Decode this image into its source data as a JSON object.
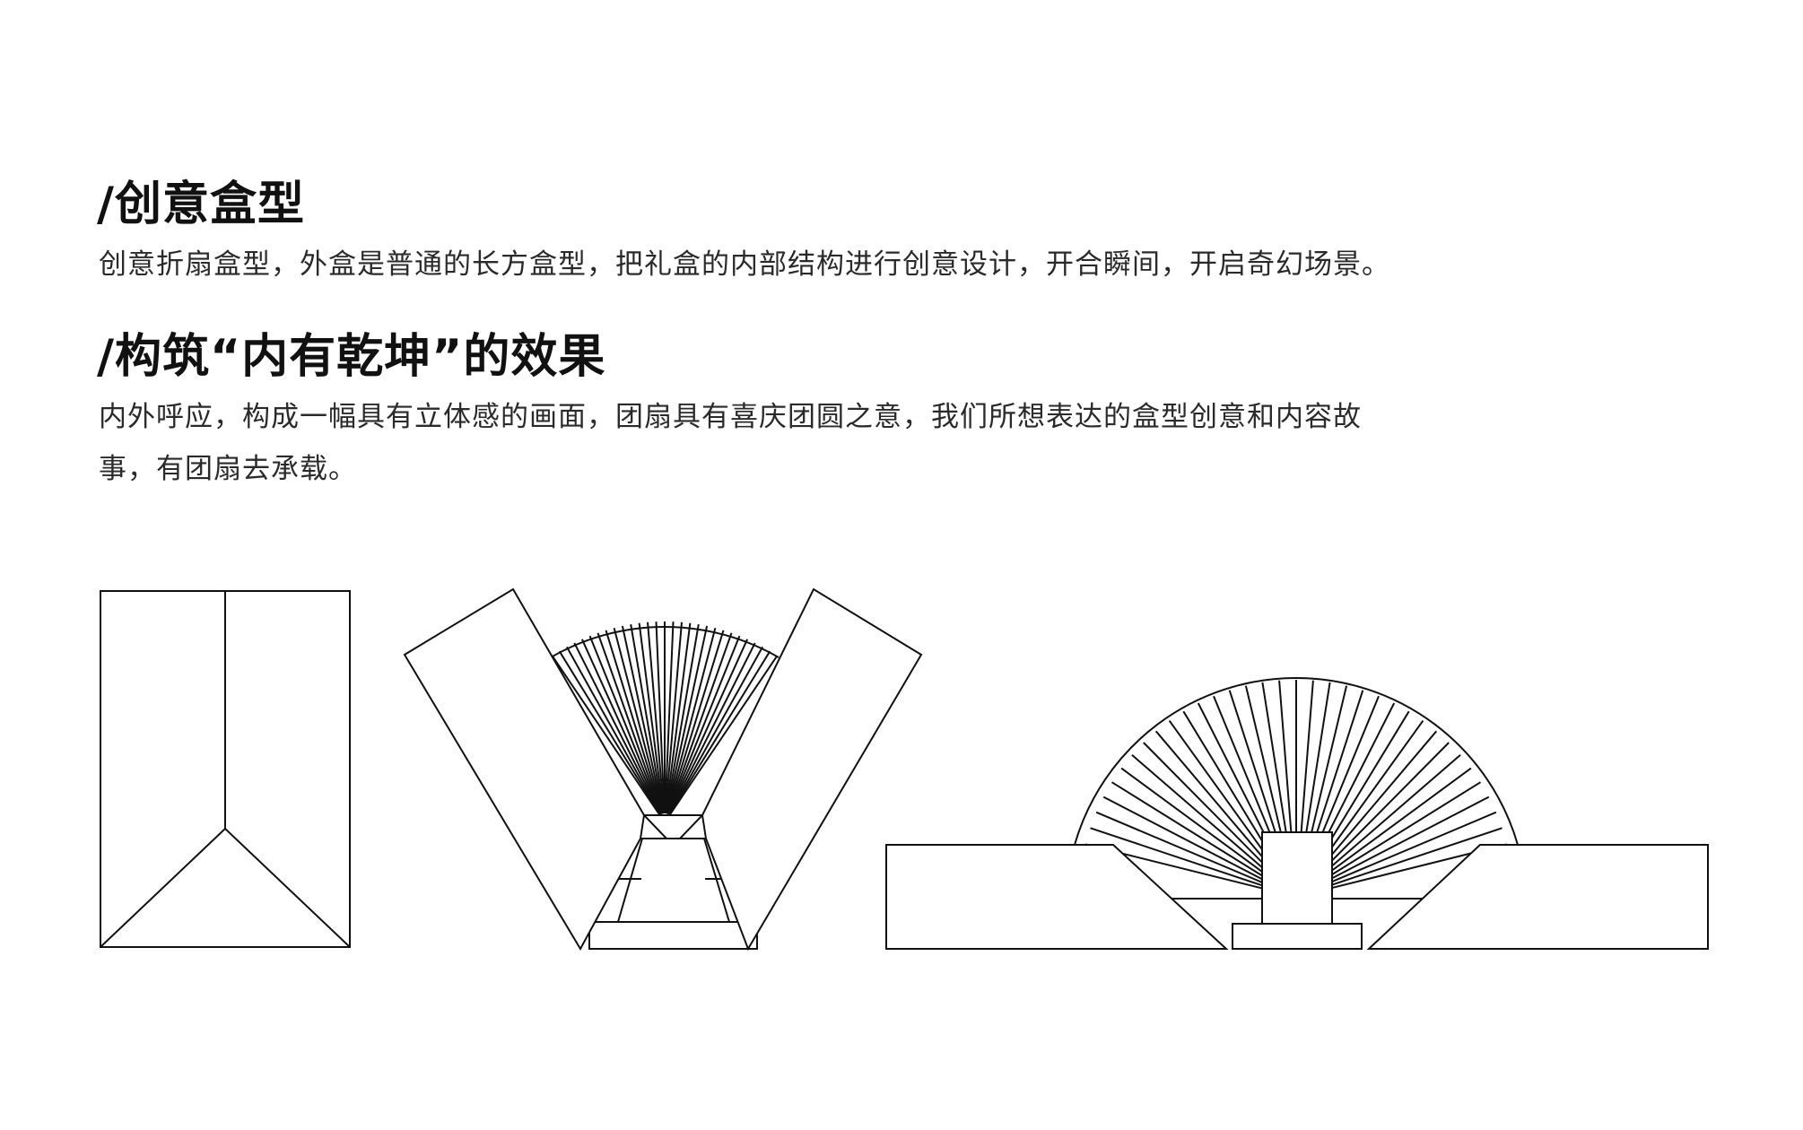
{
  "sections": [
    {
      "heading": "/创意盒型",
      "body": "创意折扇盒型，外盒是普通的长方盒型，把礼盒的内部结构进行创意设计，开合瞬间，开启奇幻场景。"
    },
    {
      "heading": "/构筑“内有乾坤”的效果",
      "body": "内外呼应，构成一幅具有立体感的画面，团扇具有喜庆团圆之意，我们所想表达的盒型创意和内容故事，有团扇去承载。"
    }
  ],
  "colors": {
    "stroke": "#111111",
    "text": "#111111",
    "background": "#ffffff"
  }
}
